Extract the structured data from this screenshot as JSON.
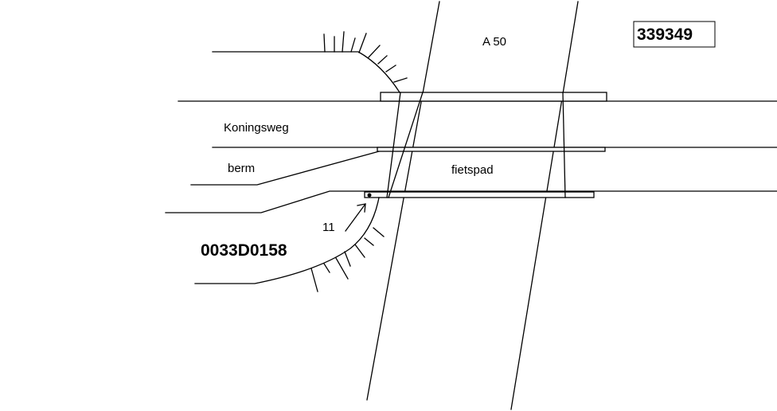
{
  "labels": {
    "highway": "A 50",
    "road": "Koningsweg",
    "verge": "berm",
    "cycle_path": "fietspad",
    "point_number": "11"
  },
  "codes": {
    "structure_id": "339349",
    "object_code": "0033D0158"
  },
  "icons": {
    "pointer": "arrow-icon",
    "point": "dot-marker-icon"
  },
  "colors": {
    "ink": "#000000",
    "background": "#ffffff"
  }
}
